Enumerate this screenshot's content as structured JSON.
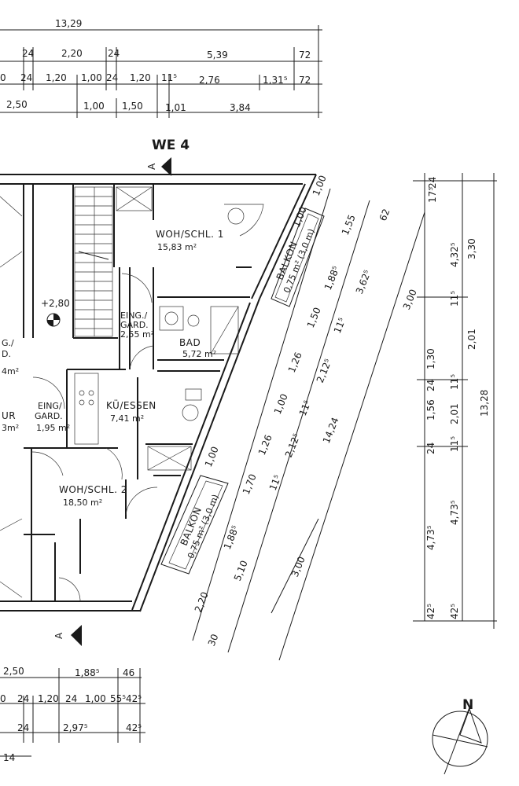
{
  "unit": "WE 4",
  "section_marker": "A",
  "elevation": "+2,80",
  "rooms": [
    {
      "name": "WOH/SCHL. 1",
      "area": "15,83 m²"
    },
    {
      "name": "EING./ GARD.",
      "area": "2,55 m²"
    },
    {
      "name": "BAD",
      "area": "5,72 m²"
    },
    {
      "name": "KÜ/ESSEN",
      "area": "7,41 m²"
    },
    {
      "name": "EING/ GARD.",
      "area": "1,95 m²"
    },
    {
      "name": "WOH/SCHL. 2",
      "area": "18,50 m²"
    }
  ],
  "partial_rooms": [
    "G./",
    "D.",
    "UR",
    "4m²",
    "3m²"
  ],
  "balconies": [
    {
      "label": "BALKON",
      "area": "0,75 m² (3,0 m)"
    },
    {
      "label": "BALKON",
      "area": "0,75 m² (3,0 m)"
    }
  ],
  "top_dimensions": {
    "row1": [
      "13,29"
    ],
    "row2": [
      "24",
      "2,20",
      "24",
      "5,39",
      "72"
    ],
    "row3": [
      "0",
      "24",
      "1,20",
      "1,00",
      "24",
      "1,20",
      "11⁵",
      "2,76",
      "1,31⁵",
      "72"
    ],
    "row4": [
      "2,50",
      "1,00",
      "1,50",
      "1,01",
      "3,84"
    ]
  },
  "bottom_dimensions": {
    "row1": [
      "2,50",
      "1,88⁵",
      "46"
    ],
    "row2": [
      "0",
      "24",
      "1,20",
      "24",
      "1,00",
      "55⁵",
      "42⁵"
    ],
    "row3": [
      "24",
      "2,97⁵",
      "42⁵"
    ],
    "row4": [
      "14"
    ]
  },
  "right_dimensions": {
    "col1": [
      "24",
      "17⁵",
      "4,32⁵",
      "11⁵",
      "1,30",
      "24",
      "1,56",
      "24",
      "4,73⁵",
      "42⁵"
    ],
    "col2": [
      "3,30",
      "11⁵",
      "2,01",
      "11⁵",
      "2,01",
      "11⁵",
      "4,73⁵",
      "42⁵"
    ],
    "col3": [
      "13,28"
    ]
  },
  "diagonal_dimensions": {
    "chain1": [
      "1,00",
      "1,55",
      "1,88⁵",
      "1,50",
      "1,26",
      "1,00",
      "1,26",
      "1,70",
      "1,88⁵",
      "5,10",
      "2,20",
      "30"
    ],
    "chain2": [
      "62",
      "3,62⁵",
      "11⁵",
      "2,12⁵",
      "11⁵",
      "2,12⁵",
      "11⁵"
    ],
    "chain3": [
      "3,00",
      "14,24",
      "3,00"
    ],
    "balcony_width": [
      "1,00",
      "1,00"
    ]
  },
  "north_label": "N"
}
